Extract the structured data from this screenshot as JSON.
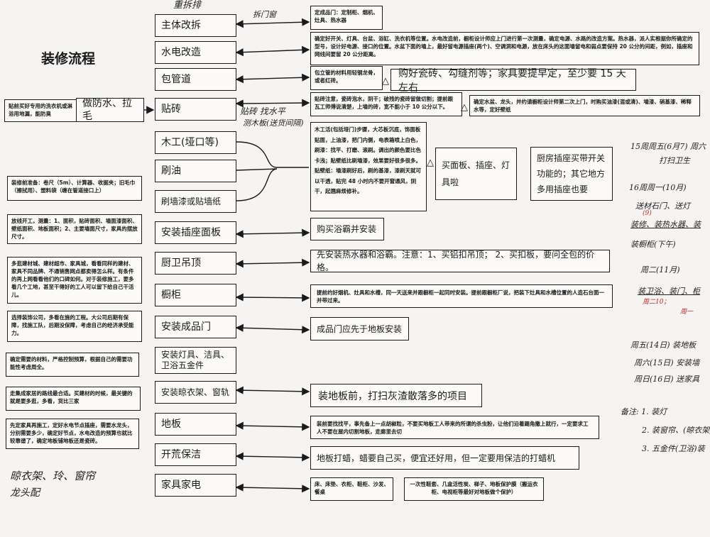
{
  "title": "装修流程",
  "steps": [
    "主体改拆",
    "水电改造",
    "包管道",
    "贴砖",
    "木工(垭口等)",
    "刷油",
    "刷墙漆或贴墙纸",
    "安装插座面板",
    "厨卫吊顶",
    "橱柜",
    "安装成品门",
    "安装灯具、洁具、卫浴五金件",
    "安装晾衣架、窗轨",
    "地板",
    "开荒保洁",
    "家具家电"
  ],
  "waterproof": "做防水、拉毛",
  "right_notes": {
    "demolition": "定成品门：定制柜、烟机、灶具、热水器",
    "plumbing": "确定好开关、灯具、台盆、浴缸、洗衣机等位置。水电改造前，橱柜设计师应上门进行第一次测量，确定电源、水路的改造方案。热水器，派人实根据你所确定的型号，设计好电源、接口的位置。水盆下面的墙上，最好留电源插座(两个)、空调洞和电源，放在床头的这面墙留电和弱点要保持 20 公分的间距，例如，插座和网线间要留 20 公分距离。",
    "pipe": "包立管的材料用轻钢龙骨，或者红砖。",
    "pipe_extra": "购好瓷砖、勾缝剂等；家具要提早定，至少要 15 天左右",
    "tile": "贴砖注意，瓷砖泡水，阴干；破残的瓷砖留做切割；提前跟瓦工师傅说清楚，上墙的砖，宽不能小于 10 公分以下。",
    "tile_extra": "确定水盆、龙头，并约请橱柜设计师第二次上门，时购买油漆(混或清)、墙漆、硝基漆、稀释水等，定好壁纸",
    "carpentry": "木工活(包括垭门)步骤，大芯板沉底，饰面板贴面，上油漆，把门内侧，电表箱喷上白色，刷漆：找平、打磨、滚刷。调出的颜色要比色卡浅；贴壁纸比刷墙漆，效果要好很多很多。贴壁纸：墙漆刷好后，刷的基漆，漆刷天就可以干透，贴完 48 小时内不要开窗通风，阴干，起翘麻烦修补。",
    "carpentry_extra1": "买面板、插座、灯具啦",
    "carpentry_extra2": "厨房插座买带开关功能的；其它地方多用插座也要",
    "socket": "购买浴霸并安装",
    "ceiling": "先安装热水器和浴霸。注意：1、买铝扣吊顶； 2、买扣板，要问全包的价格。",
    "cabinet": "提前约好烟机、灶具和水槽，同一天送来并跟橱柜一起同时安装。提前跟橱柜厂说，把装下灶具和水槽位置的人造石台面一并带过来。",
    "door": "成品门应先于地板安装",
    "rack": "装地板前，打扫灰渣散落多的项目",
    "floor": "装前要找找平，事先备上一点胡椒粒，不要买地板工人带来的所谓的杀虫粉，让他们沿着踢角撒上就行，一定要求工人不要在屋内切割地板，走廊里去切",
    "cleaning": "地板打蜡，蜡要自己买，便宜还好用，但一定要用保洁的打蜡机",
    "furniture": "床、床垫、衣柜、鞋柜、沙发、餐桌",
    "furniture_extra": "一次性鞋套、几盒活性炭、梯子、地板保护膜（搬运衣柜、电视柜等最好对地板做个保护）"
  },
  "left_notes": {
    "tile_pre": "贴前买好专用的洗衣机或淋浴用地漏，能防臭",
    "prep": "装修前准备：卷尺（5m）、计算器、收据夹；旧毛巾（擦拭用）、塑料袋（缠在管道接口上）",
    "start": "放线开工，测量：1、面积，贴砖面积、墙面漆面积、壁纸面积、地板面积；2、主要墙面尺寸，家具的摆放尺寸。",
    "shop": "多逛建材城、建材超市、家具城，看看同样的建材、家具不同品牌、不通销售网点都卖得怎么样。有条件的再上网看看他们的口碑如何。对于装修施工，要多看几个工地，甚至干得好的工人可以留下给自己干活儿。",
    "company": "选择装饰公司，多看在施的工程。大公司后期有保障，找施工队，后期没保障，考虑自己的经济承受能力。",
    "budget": "确定需要的材料，严格控制预算，根据自己的需要功能性考虑周全。",
    "route": "走集成家居的路线最合适。买建材的时候，最关键的就是要多逛，多看，货比三家",
    "furniture_first": "先定家具再施工，定好水电节点插座，需要水龙头，分别需要多少，确定好节点，水电改造的预算也就比较靠谱了，确定地板铺地板还是瓷砖。"
  },
  "handwritten": {
    "top": "重拆排",
    "demolition_arrow": "拆门窗",
    "tile_1": "贴砖 找水平",
    "tile_2": "测木板(送货间隔)",
    "bottom_left_1": "晾衣架、玲、窗帘",
    "bottom_left_2": "龙头配",
    "schedule": [
      "15周周五(6月7) 周六",
      "打扫卫生",
      "16周周一(10月)",
      "送材石门、送灯",
      "(9)",
      "装修、装热水器、装",
      "装橱柜(下午)",
      "周二(11月)",
      "装卫浴、装门、柜",
      "周二10；",
      "周一",
      "周五(14日) 装地板",
      "周六(15日) 安装墙",
      "周日(16日) 送家具",
      "备注: 1. 装灯",
      "2. 装窗帘、(晾衣架)",
      "3. 五金件(卫浴)装"
    ]
  },
  "colors": {
    "ink": "#1a1a1a",
    "paper": "#f6f4f2",
    "red_ink": "#c0282c"
  }
}
